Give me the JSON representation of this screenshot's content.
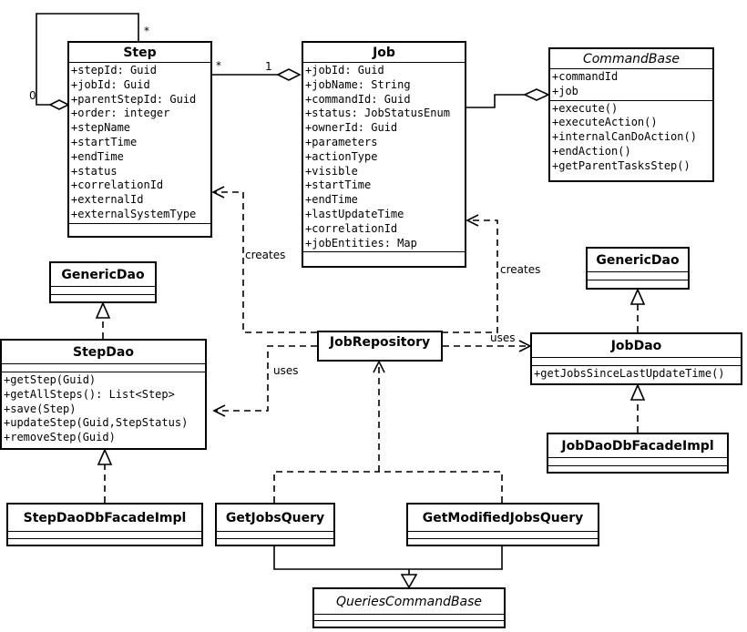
{
  "classes": {
    "step": {
      "name": "Step",
      "attributes": [
        "+stepId: Guid",
        "+jobId: Guid",
        "+parentStepId: Guid",
        "+order: integer",
        "+stepName",
        "+startTime",
        "+endTime",
        "+status",
        "+correlationId",
        "+externalId",
        "+externalSystemType"
      ]
    },
    "job": {
      "name": "Job",
      "attributes": [
        "+jobId: Guid",
        "+jobName: String",
        "+commandId: Guid",
        "+status: JobStatusEnum",
        "+ownerId: Guid",
        "+parameters",
        "+actionType",
        "+visible",
        "+startTime",
        "+endTime",
        "+lastUpdateTime",
        "+correlationId",
        "+jobEntities: Map"
      ]
    },
    "command_base": {
      "name": "CommandBase",
      "attributes": [
        "+commandId",
        "+job"
      ],
      "operations": [
        "+execute()",
        "+executeAction()",
        "+internalCanDoAction()",
        "+endAction()",
        "+getParentTasksStep()"
      ]
    },
    "generic_dao_left": {
      "name": "GenericDao"
    },
    "generic_dao_right": {
      "name": "GenericDao"
    },
    "step_dao": {
      "name": "StepDao",
      "operations": [
        "+getStep(Guid)",
        "+getAllSteps(): List<Step>",
        "+save(Step)",
        "+updateStep(Guid,StepStatus)",
        "+removeStep(Guid)"
      ]
    },
    "job_repository": {
      "name": "JobRepository"
    },
    "job_dao": {
      "name": "JobDao",
      "operations": [
        "+getJobsSinceLastUpdateTime()"
      ]
    },
    "job_dao_db_facade_impl": {
      "name": "JobDaoDbFacadeImpl"
    },
    "step_dao_db_facade_impl": {
      "name": "StepDaoDbFacadeImpl"
    },
    "get_jobs_query": {
      "name": "GetJobsQuery"
    },
    "get_modified_jobs_query": {
      "name": "GetModifiedJobsQuery"
    },
    "queries_command_base": {
      "name": "QueriesCommandBase"
    }
  },
  "labels": {
    "self_star": "*",
    "self_zero": "0",
    "step_job_star": "*",
    "step_job_one": "1",
    "creates_step": "creates",
    "creates_job": "creates",
    "uses_step_dao": "uses",
    "uses_job_dao": "uses"
  }
}
